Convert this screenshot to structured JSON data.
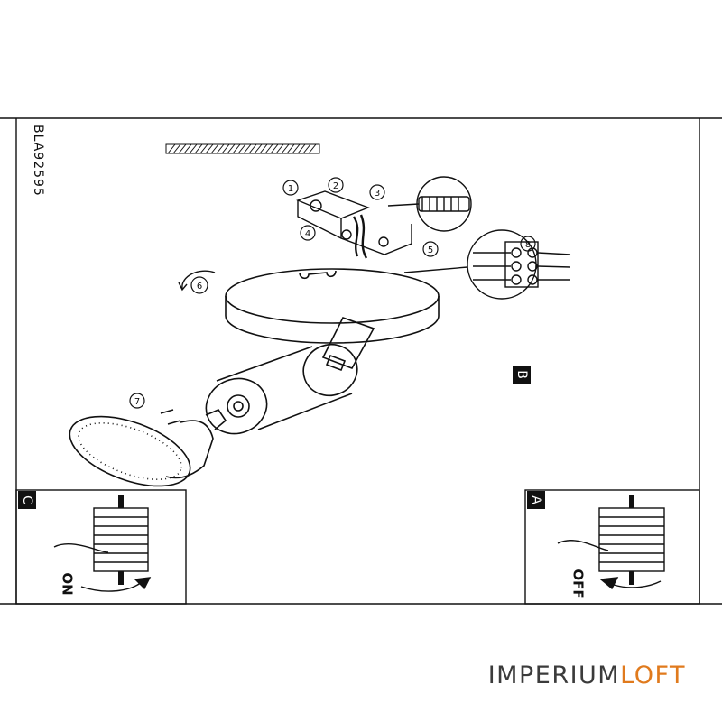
{
  "document": {
    "model_code": "BLA92595",
    "panel_labels": {
      "main": "B",
      "left": "C",
      "right": "A"
    },
    "switch_left": "ON",
    "switch_right": "OFF"
  },
  "watermark": {
    "part1": "IMPERIUM",
    "part2": "LOFT",
    "color1": "#3b3b3b",
    "color2": "#e07a1d"
  },
  "callouts": [
    "1",
    "2",
    "3",
    "4",
    "5",
    "6",
    "7",
    "8"
  ]
}
